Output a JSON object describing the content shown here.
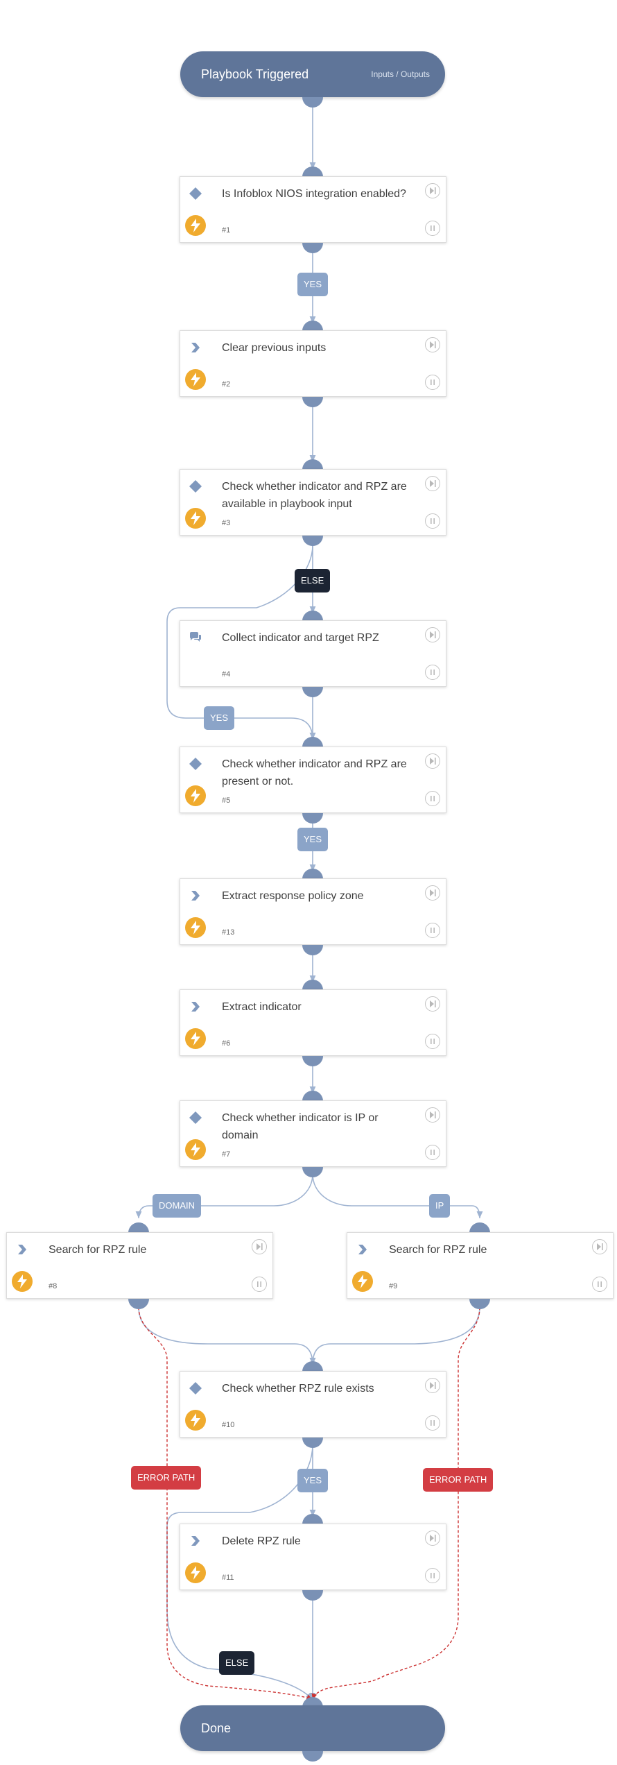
{
  "playbook": {
    "start_title": "Playbook Triggered",
    "inputs_outputs": "Inputs / Outputs",
    "end_title": "Done"
  },
  "tasks": [
    {
      "name": "Is Infoblox NIOS integration enabled?",
      "number": "#1",
      "type": "condition"
    },
    {
      "name": "Clear previous inputs",
      "number": "#2",
      "type": "regular"
    },
    {
      "name": "Check whether indicator and RPZ are available in playbook input",
      "number": "#3",
      "type": "condition"
    },
    {
      "name": "Collect indicator and target RPZ",
      "number": "#4",
      "type": "collection"
    },
    {
      "name": "Check whether indicator and RPZ are present or not.",
      "number": "#5",
      "type": "condition"
    },
    {
      "name": "Extract response policy zone",
      "number": "#13",
      "type": "regular"
    },
    {
      "name": "Extract indicator",
      "number": "#6",
      "type": "regular"
    },
    {
      "name": "Check whether indicator is IP or domain",
      "number": "#7",
      "type": "condition"
    },
    {
      "name": "Search for RPZ rule",
      "number": "#8",
      "type": "regular"
    },
    {
      "name": "Search for RPZ rule",
      "number": "#9",
      "type": "regular"
    },
    {
      "name": "Check whether RPZ rule exists",
      "number": "#10",
      "type": "condition"
    },
    {
      "name": "Delete RPZ rule",
      "number": "#11",
      "type": "regular"
    }
  ],
  "labels": {
    "yes_1": "YES",
    "else_3": "ELSE",
    "yes_3": "YES",
    "yes_5": "YES",
    "domain_7": "DOMAIN",
    "ip_7": "IP",
    "error_path_8": "ERROR PATH",
    "error_path_9": "ERROR PATH",
    "yes_10": "YES",
    "else_10": "ELSE"
  },
  "colors": {
    "terminal": "#5f7599",
    "connector": "#9fb3d1",
    "port": "#7a91b5",
    "condition_label": "#8ba4c8",
    "else_label": "#1c2433",
    "error_path": "#d33d43",
    "automation_badge": "#f0ab2e"
  }
}
